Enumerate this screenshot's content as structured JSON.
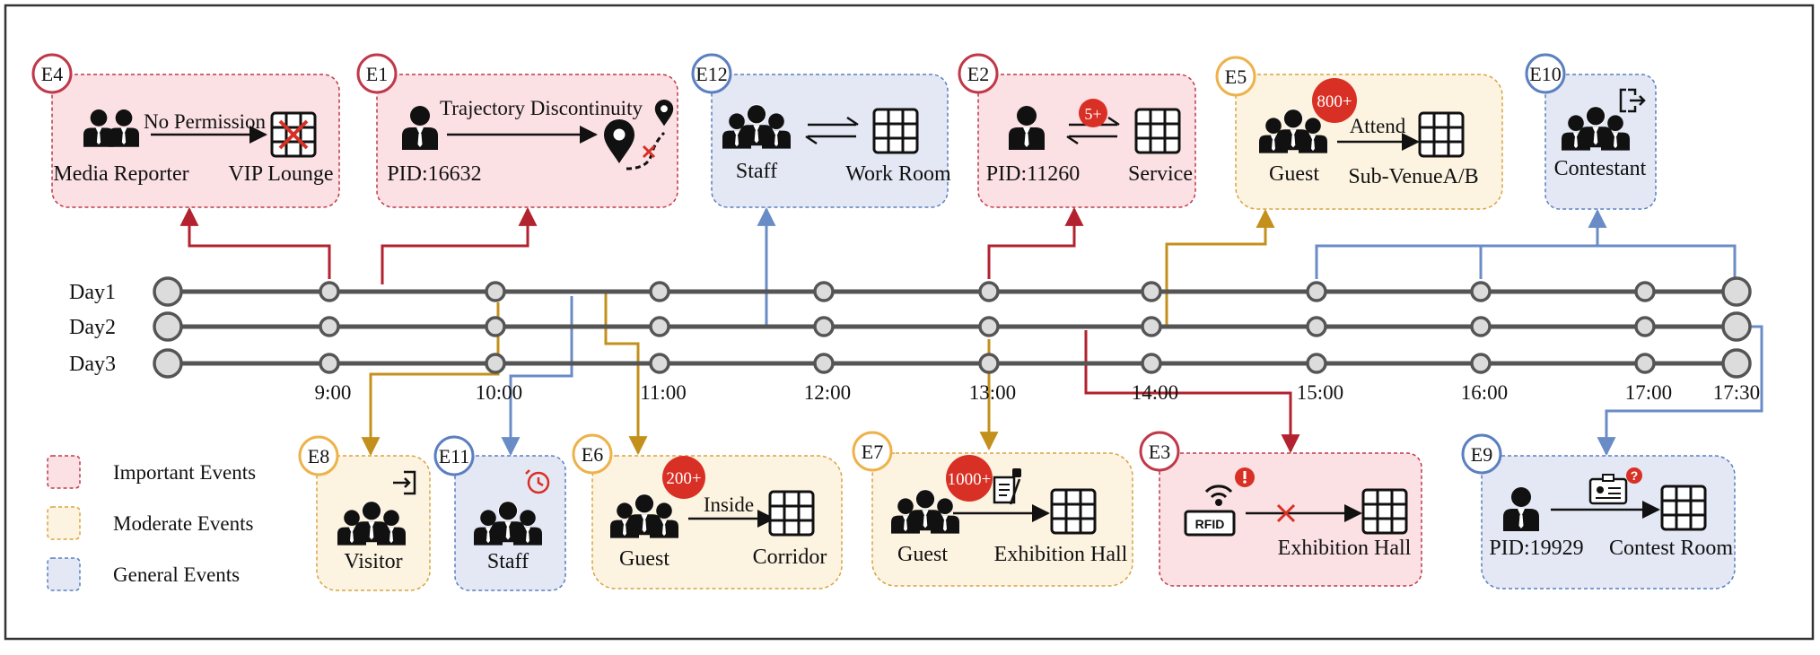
{
  "days": [
    "Day1",
    "Day2",
    "Day3"
  ],
  "times": [
    "9:00",
    "10:00",
    "11:00",
    "12:00",
    "13:00",
    "14:00",
    "15:00",
    "16:00",
    "17:00",
    "17:30"
  ],
  "legend": [
    {
      "label": "Important Events",
      "fill": "#fbe0e4",
      "stroke": "#c0394a"
    },
    {
      "label": "Moderate Events",
      "fill": "#fcf3e1",
      "stroke": "#d9a441"
    },
    {
      "label": "General Events",
      "fill": "#e3e8f4",
      "stroke": "#5b7fc0"
    }
  ],
  "colors": {
    "important": "#b2222f",
    "moderate": "#c4901c",
    "general": "#6a8cc6",
    "important_circle": "#c0394a",
    "moderate_circle": "#eeb24a",
    "general_circle": "#5b7fc0",
    "badge": "#d93025",
    "timeline": "#555555",
    "node_fill": "#dcdcdc"
  },
  "events": {
    "E4": {
      "id": "E4",
      "category": "important",
      "actor": "Media Reporter",
      "relation": "No Permission",
      "target": "VIP Lounge",
      "actor-icon": "group-of-two-people-icon",
      "target-icon": "restricted-grid-room-icon"
    },
    "E1": {
      "id": "E1",
      "category": "important",
      "actor": "PID:16632",
      "relation": "Trajectory Discontinuity",
      "actor-icon": "person-icon",
      "target-icon": "location-pin-broken-path-icon"
    },
    "E12": {
      "id": "E12",
      "category": "general",
      "actor": "Staff",
      "target": "Work Room",
      "actor-icon": "group-icon",
      "relation-icon": "bidirectional-arrows-icon"
    },
    "E2": {
      "id": "E2",
      "category": "important",
      "actor": "PID:11260",
      "target": "Service",
      "badge": "5+",
      "actor-icon": "person-icon",
      "relation-icon": "bidirectional-arrows-icon"
    },
    "E5": {
      "id": "E5",
      "category": "moderate",
      "actor": "Guest",
      "relation": "Attend",
      "target": "Sub-VenueA/B",
      "badge": "800+",
      "actor-icon": "group-icon"
    },
    "E10": {
      "id": "E10",
      "category": "general",
      "actor": "Contestant",
      "actor-icon": "group-icon",
      "extra-icon": "exit-icon"
    },
    "E8": {
      "id": "E8",
      "category": "moderate",
      "actor": "Visitor",
      "actor-icon": "group-icon",
      "extra-icon": "enter-icon"
    },
    "E11": {
      "id": "E11",
      "category": "general",
      "actor": "Staff",
      "actor-icon": "group-icon",
      "extra-icon": "clock-alert-icon"
    },
    "E6": {
      "id": "E6",
      "category": "moderate",
      "actor": "Guest",
      "relation": "Inside",
      "target": "Corridor",
      "badge": "200+",
      "actor-icon": "group-icon"
    },
    "E7": {
      "id": "E7",
      "category": "moderate",
      "actor": "Guest",
      "target": "Exhibition Hall",
      "badge": "1000+",
      "actor-icon": "group-icon",
      "extra-icon": "document-sign-icon"
    },
    "E3": {
      "id": "E3",
      "category": "important",
      "target": "Exhibition Hall",
      "device": "RFID",
      "actor-icon": "rfid-reader-icon",
      "alert-icon": "exclamation-icon",
      "relation-icon": "blocked-arrow-icon"
    },
    "E9": {
      "id": "E9",
      "category": "general",
      "actor": "PID:19929",
      "target": "Contest Room",
      "actor-icon": "person-icon",
      "extra-icon": "id-card-question-icon"
    }
  }
}
